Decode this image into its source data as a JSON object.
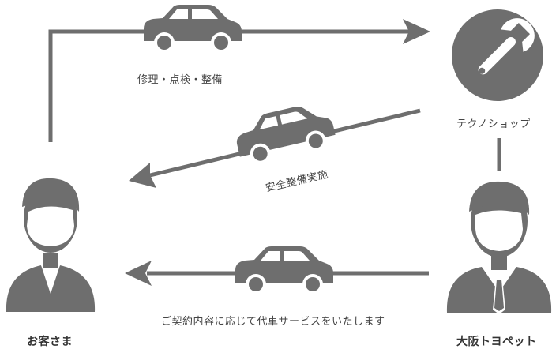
{
  "labels": {
    "repair": "修理・点検・整備",
    "shop": "テクノショップ",
    "safety": "安全整備実施",
    "customer": "お客さま",
    "dealer": "大阪トヨペット",
    "rental": "ご契約内容に応じて代車サービスをいたします"
  },
  "colors": {
    "icon": "#6e6e6e",
    "arrow": "#6e6e6e",
    "background": "#ffffff"
  },
  "icons": [
    "car-icon",
    "car-icon",
    "car-icon",
    "wrench-icon",
    "customer-person-icon",
    "dealer-person-icon"
  ]
}
